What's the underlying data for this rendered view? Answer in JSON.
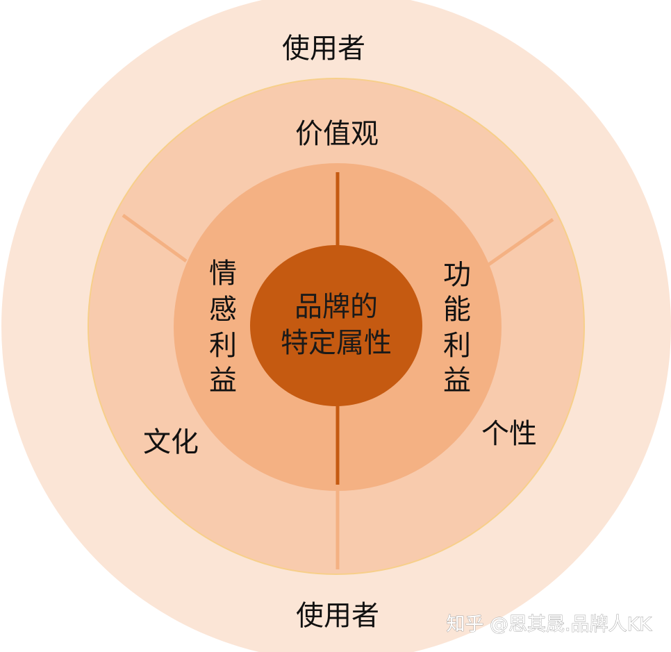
{
  "diagram": {
    "outer_ring": {
      "label_top": "使用者",
      "label_bottom": "使用者"
    },
    "middle_ring": {
      "label_top": "价值观",
      "label_left": "文化",
      "label_right": "个性"
    },
    "inner_ring": {
      "label_left": [
        "情",
        "感",
        "利",
        "益"
      ],
      "label_right": [
        "功",
        "能",
        "利",
        "益"
      ]
    },
    "core": {
      "label_line1": "品牌的",
      "label_line2": "特定属性"
    },
    "watermark": "知乎 @思其晟.品牌人KK"
  },
  "colors": {
    "outer": "#fbe5d6",
    "middle": "#f8cbad",
    "inner": "#f4b183",
    "core": "#c55a11",
    "ring_border": "#f5c46a",
    "divider_light": "#f4b183",
    "divider_dark": "#c55a11"
  }
}
